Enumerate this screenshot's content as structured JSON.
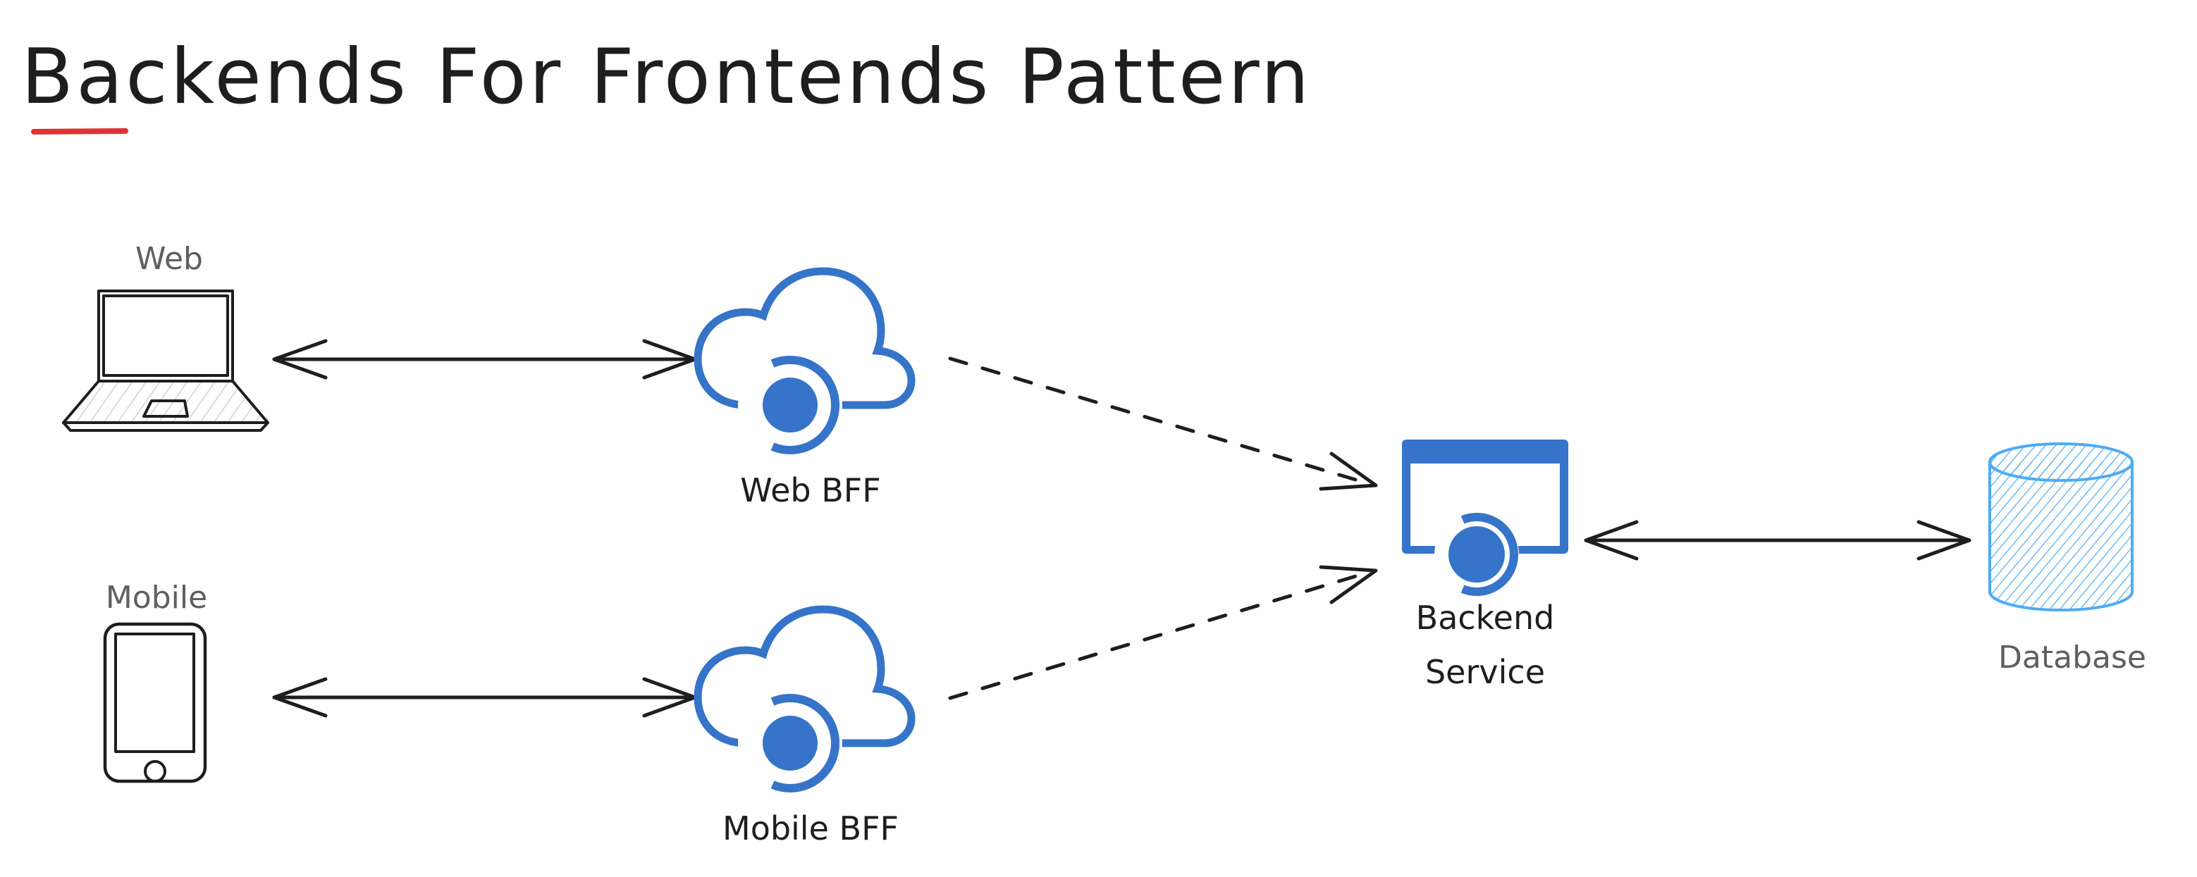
{
  "title": {
    "text": "Backends For Frontends Pattern",
    "underline_color": "#e03131"
  },
  "colors": {
    "ink": "#1e1e1e",
    "label_gray": "#5f5f5f",
    "azure_blue": "#3574c8",
    "db_blue": "#4dabf7",
    "hatch_gray": "#c3cad3"
  },
  "nodes": {
    "web_client": {
      "label": "Web",
      "icon": "laptop-icon"
    },
    "mobile_client": {
      "label": "Mobile",
      "icon": "smartphone-icon"
    },
    "web_bff": {
      "label": "Web BFF",
      "icon": "cloud-service-icon"
    },
    "mobile_bff": {
      "label": "Mobile BFF",
      "icon": "cloud-service-icon"
    },
    "backend": {
      "label_line1": "Backend",
      "label_line2": "Service",
      "icon": "app-service-icon"
    },
    "database": {
      "label": "Database",
      "icon": "database-cylinder-icon"
    }
  },
  "edges": [
    {
      "from": "Web",
      "to": "Web BFF",
      "style": "solid",
      "direction": "bidirectional"
    },
    {
      "from": "Mobile",
      "to": "Mobile BFF",
      "style": "solid",
      "direction": "bidirectional"
    },
    {
      "from": "Web BFF",
      "to": "Backend Service",
      "style": "dashed",
      "direction": "forward"
    },
    {
      "from": "Mobile BFF",
      "to": "Backend Service",
      "style": "dashed",
      "direction": "forward"
    },
    {
      "from": "Backend Service",
      "to": "Database",
      "style": "solid",
      "direction": "bidirectional"
    }
  ]
}
